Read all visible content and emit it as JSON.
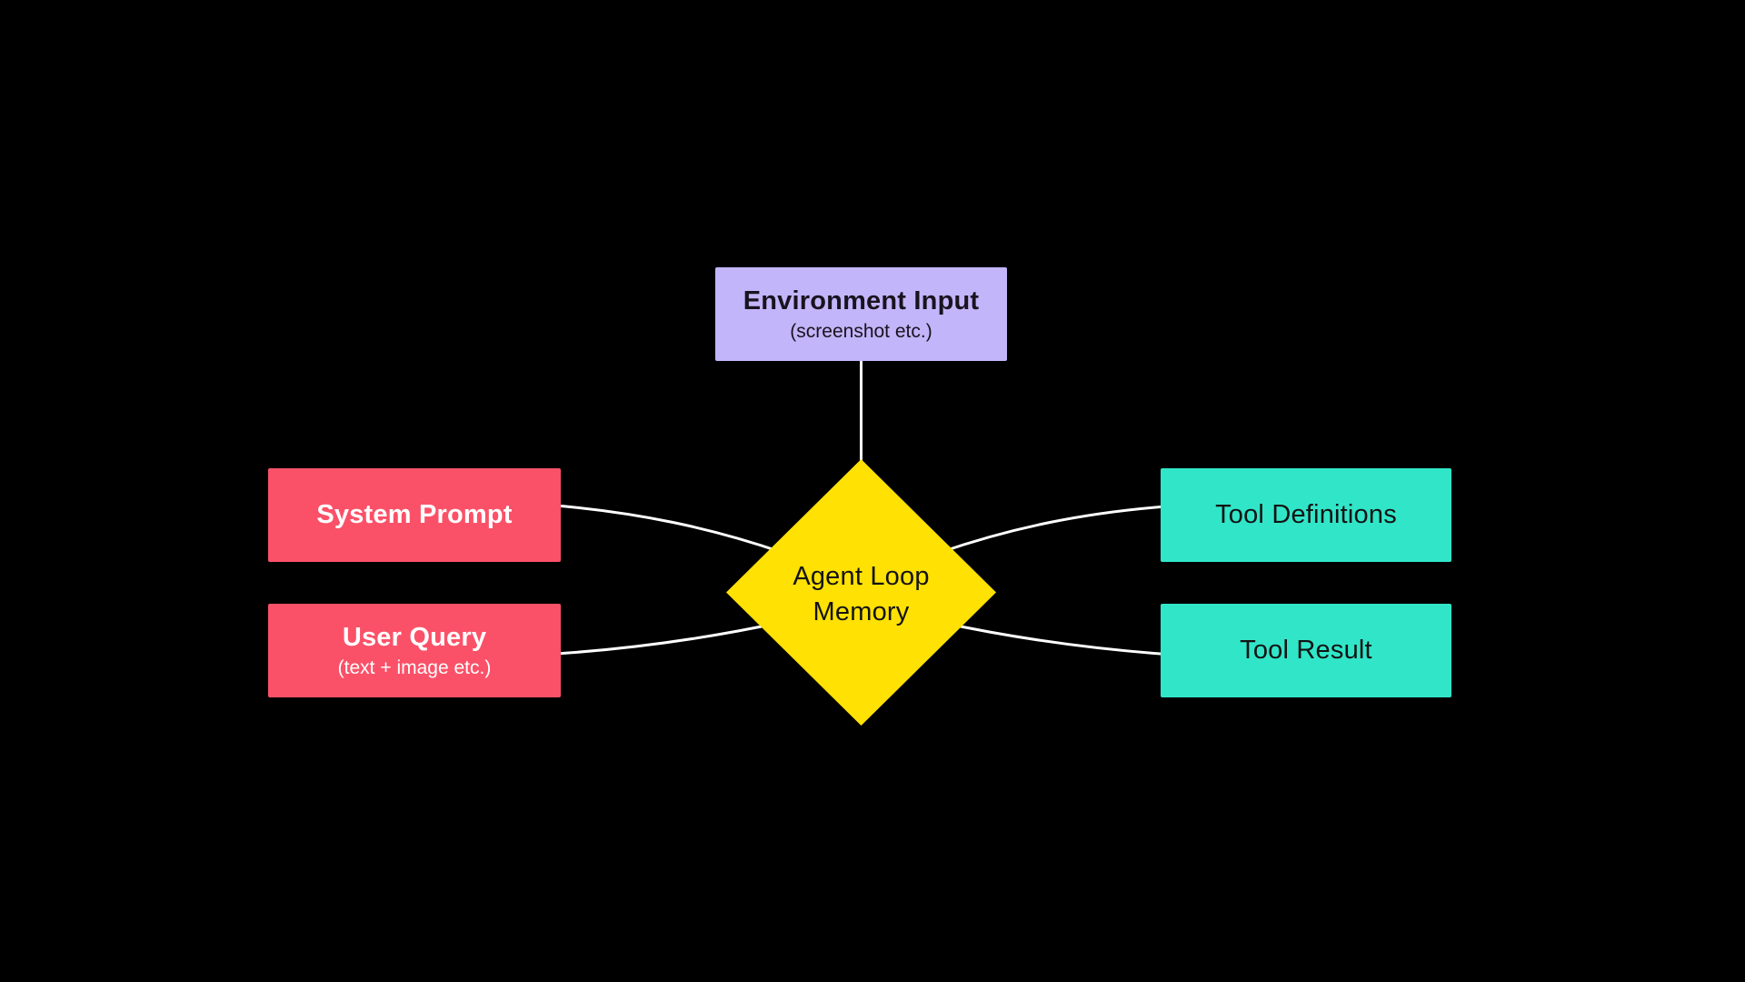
{
  "canvas": {
    "background": "#000000",
    "connector_color": "#FFFFFF"
  },
  "nodes": {
    "environment_input": {
      "title": "Environment Input",
      "subtitle": "(screenshot etc.)",
      "color": "#C3B5FA",
      "text_color": "#18141F"
    },
    "system_prompt": {
      "title": "System Prompt",
      "color": "#FB5168",
      "text_color": "#FFFFFF"
    },
    "user_query": {
      "title": "User Query",
      "subtitle": "(text + image etc.)",
      "color": "#FB5168",
      "text_color": "#FFFFFF"
    },
    "tool_definitions": {
      "title": "Tool Definitions",
      "color": "#31E6C8",
      "text_color": "#131313"
    },
    "tool_result": {
      "title": "Tool Result",
      "color": "#31E6C8",
      "text_color": "#131313"
    },
    "agent_loop_memory": {
      "label_line1": "Agent Loop",
      "label_line2": "Memory",
      "color": "#FFE103",
      "text_color": "#131313"
    }
  }
}
